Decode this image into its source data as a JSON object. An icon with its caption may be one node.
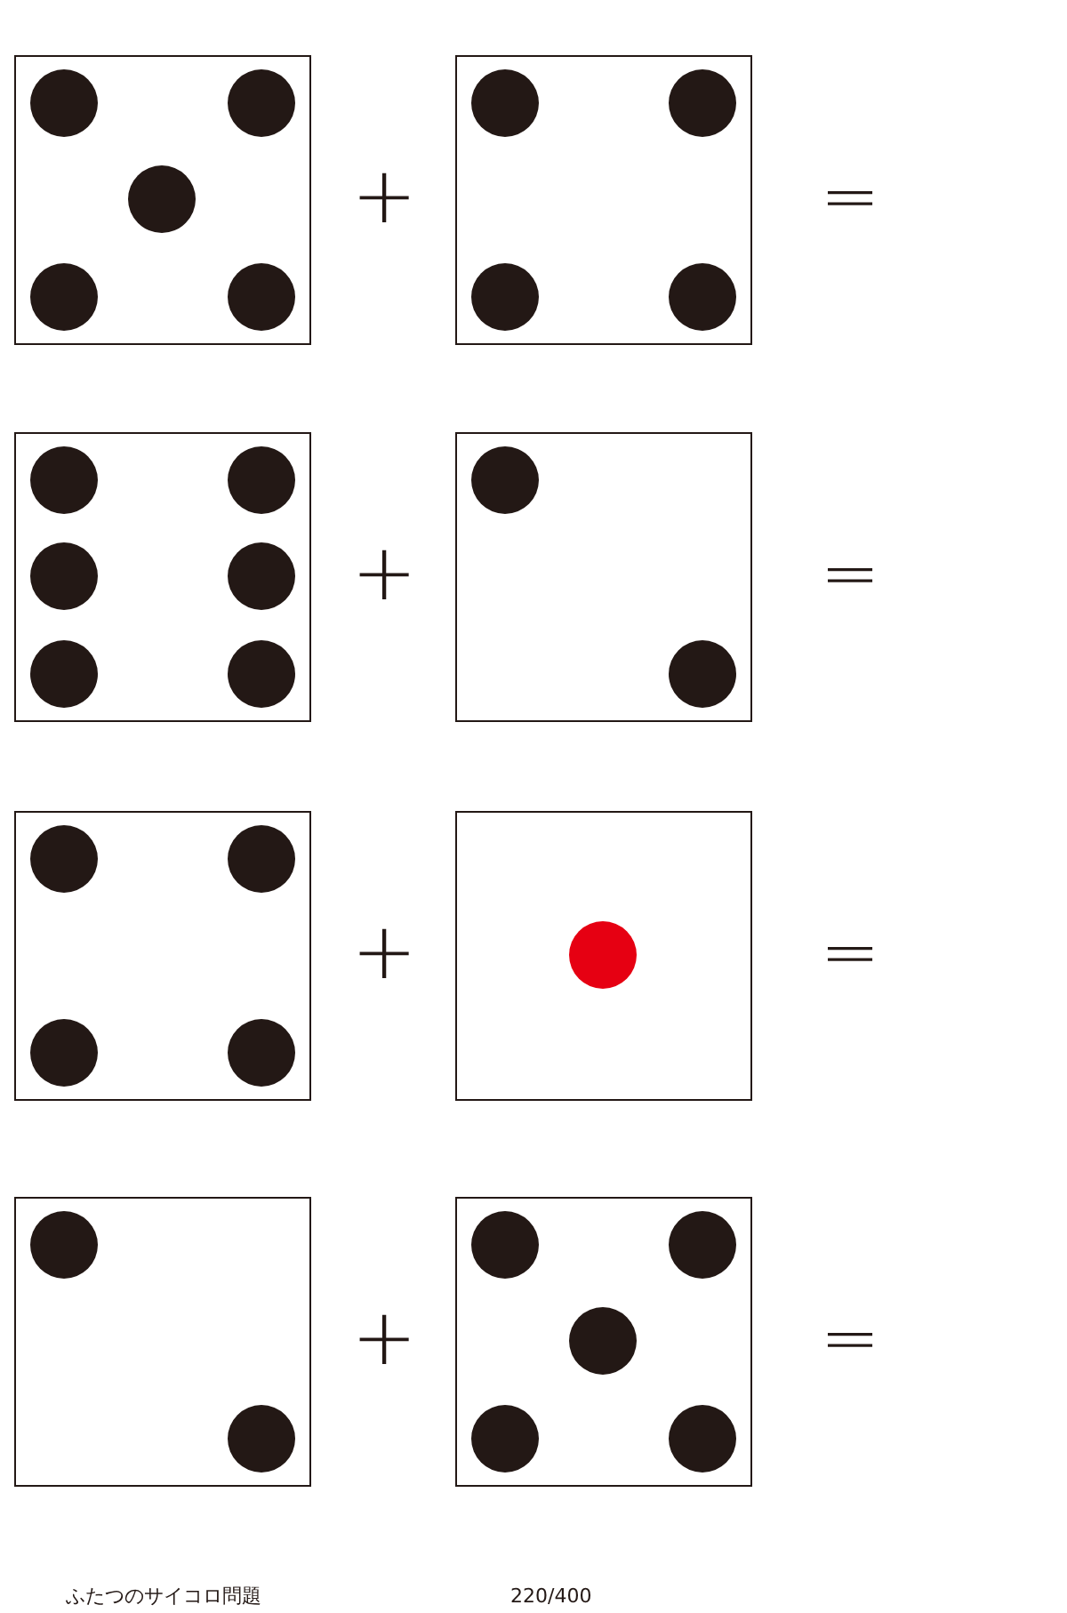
{
  "diagram": {
    "nodes": [
      {
        "text": [],
        "shape": "box"
      },
      {
        "text": [],
        "shape": "circle",
        "in": 0
      },
      {
        "text": [],
        "shape": "circle",
        "in": 0
      },
      {
        "text": [],
        "shape": "circle",
        "in": 0
      },
      {
        "text": [],
        "shape": "circle",
        "in": 0
      },
      {
        "text": [],
        "shape": "circle",
        "in": 0
      },
      {
        "text": [],
        "shape": "box"
      },
      {
        "text": [],
        "shape": "circle",
        "in": 6
      },
      {
        "text": [],
        "shape": "circle",
        "in": 6
      },
      {
        "text": [],
        "shape": "circle",
        "in": 6
      },
      {
        "text": [],
        "shape": "circle",
        "in": 6
      },
      {
        "text": [],
        "shape": "box"
      },
      {
        "text": [],
        "shape": "circle",
        "in": 11
      },
      {
        "text": [],
        "shape": "circle",
        "in": 11
      },
      {
        "text": [],
        "shape": "circle",
        "in": 11
      },
      {
        "text": [],
        "shape": "circle",
        "in": 11
      },
      {
        "text": [],
        "shape": "circle",
        "in": 11
      },
      {
        "text": [],
        "shape": "circle",
        "in": 11
      },
      {
        "text": [],
        "shape": "box"
      },
      {
        "text": [],
        "shape": "circle",
        "in": 18
      },
      {
        "text": [],
        "shape": "circle",
        "in": 18
      },
      {
        "text": [],
        "shape": "box"
      },
      {
        "text": [],
        "shape": "circle",
        "in": 21
      },
      {
        "text": [],
        "shape": "circle",
        "in": 21
      },
      {
        "text": [],
        "shape": "circle",
        "in": 21
      },
      {
        "text": [],
        "shape": "circle",
        "in": 21
      },
      {
        "text": [],
        "shape": "box"
      },
      {
        "text": [],
        "shape": "circle",
        "in": 26
      },
      {
        "text": [],
        "shape": "box"
      },
      {
        "text": [],
        "shape": "circle",
        "in": 28
      },
      {
        "text": [],
        "shape": "circle",
        "in": 28
      },
      {
        "text": [],
        "shape": "box"
      },
      {
        "text": [],
        "shape": "circle",
        "in": 31
      },
      {
        "text": [],
        "shape": "circle",
        "in": 31
      },
      {
        "text": [],
        "shape": "circle",
        "in": 31
      },
      {
        "text": [],
        "shape": "circle",
        "in": 31
      },
      {
        "text": [],
        "shape": "circle",
        "in": 31
      }
    ],
    "labels": [
      "+",
      "=",
      "+",
      "=",
      "+",
      "=",
      "+",
      "=",
      "ふたつのサイコロ問題",
      "220/400"
    ]
  }
}
